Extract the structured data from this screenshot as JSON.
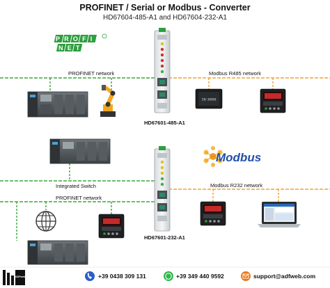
{
  "header": {
    "title": "PROFINET / Serial or Modbus - Converter",
    "subtitle": "HD67604-485-A1 and HD67604-232-A1"
  },
  "profinet_logo": {
    "top_row": "PROFI",
    "bottom_row": "NET"
  },
  "modbus_logo": {
    "text": "Modbus"
  },
  "top_section": {
    "left_network_label": "PROFINET network",
    "right_network_label": "Modbus R485 network",
    "converter_label": "HD67601-485-A1",
    "device_display": "IN:0000"
  },
  "bottom_section": {
    "switch_label": "Integrated Switch",
    "left_network_label": "PROFINET network",
    "right_network_label": "Modbus R232 network",
    "converter_label": "HD67601-232-A1"
  },
  "footer": {
    "brand": "ADFweb.com",
    "phone": "+39 0438 309 131",
    "whatsapp": "+39 349 440 9592",
    "email": "support@adfweb.com"
  },
  "colors": {
    "profinet_line": "#38a838",
    "modbus_line": "#f0a030",
    "modbus_blue": "#1f4fa8",
    "profinet_green": "#2e9e3e"
  },
  "icons": [
    "plc-icon",
    "robot-arm-icon",
    "converter-icon",
    "serial-device-icon",
    "temperature-controller-icon",
    "globe-icon",
    "laptop-icon",
    "phone-icon",
    "whatsapp-icon",
    "email-icon"
  ]
}
